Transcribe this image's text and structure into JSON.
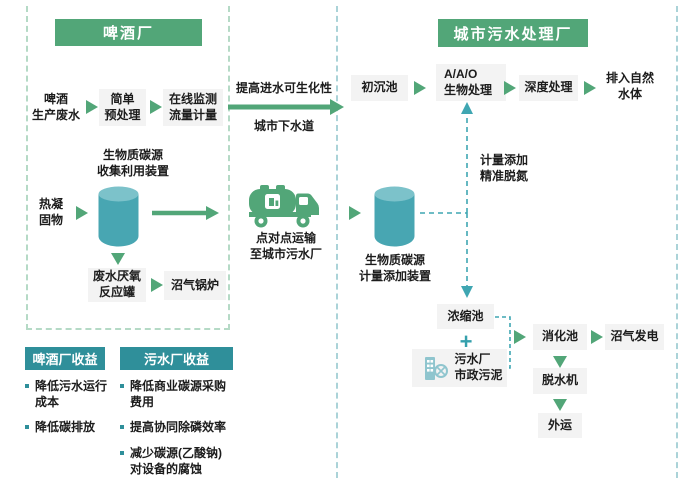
{
  "colors": {
    "header_green": "#52A678",
    "arrow_green": "#52A678",
    "benefit_teal": "#2F8F9A",
    "dashed_arrow_teal": "#3FA6B2",
    "tank_body": "#48A6B2",
    "tank_top": "#7CC2CA",
    "process_box_gray": "#F3F3F3",
    "zone_dash_green": "#B5DAC6",
    "zone_dash_teal": "#ABD3D8",
    "text": "#1C1C1C"
  },
  "icons": {
    "transport_vehicle": "tanker-truck-icon",
    "sludge_source": "treatment-plant-icon",
    "carbon_tanks": "cylinder-tank-icon",
    "flow_arrows": "triangle-arrow-icon"
  },
  "brewery": {
    "title": "啤酒厂",
    "influent": [
      "啤酒",
      "生产废水"
    ],
    "pretreatment": [
      "简单",
      "预处理"
    ],
    "monitoring": [
      "在线监测",
      "流量计量"
    ],
    "collector": [
      "生物质碳源",
      "收集利用装置"
    ],
    "solids": [
      "热凝",
      "固物"
    ],
    "anaerobic": [
      "废水厌氧",
      "反应罐"
    ],
    "boiler": "沼气锅炉"
  },
  "transfer": {
    "improve": "提高进水可生化性",
    "sewer": "城市下水道",
    "transport": [
      "点对点运输",
      "至城市污水厂"
    ]
  },
  "plant": {
    "title": "城市污水处理厂",
    "primary": "初沉池",
    "aao": [
      "A/A/O",
      "生物处理"
    ],
    "advanced": "深度处理",
    "discharge": [
      "排入自然",
      "水体"
    ],
    "dosing_note": [
      "计量添加",
      "精准脱氮"
    ],
    "doser": [
      "生物质碳源",
      "计量添加装置"
    ],
    "thickener": "浓缩池",
    "plus": "+",
    "sludge": [
      "污水厂",
      "市政污泥"
    ],
    "digester": "消化池",
    "power": "沼气发电",
    "dewatering": "脱水机",
    "haul": "外运"
  },
  "benefits": {
    "brewery": {
      "title": "啤酒厂收益",
      "items": [
        [
          "降低污水运行",
          "成本"
        ],
        [
          "降低碳排放"
        ]
      ]
    },
    "plant": {
      "title": "污水厂收益",
      "items": [
        [
          "降低商业碳源采购",
          "费用"
        ],
        [
          "提高协同除磷效率"
        ],
        [
          "减少碳源(乙酸钠)",
          "对设备的腐蚀"
        ]
      ]
    }
  }
}
